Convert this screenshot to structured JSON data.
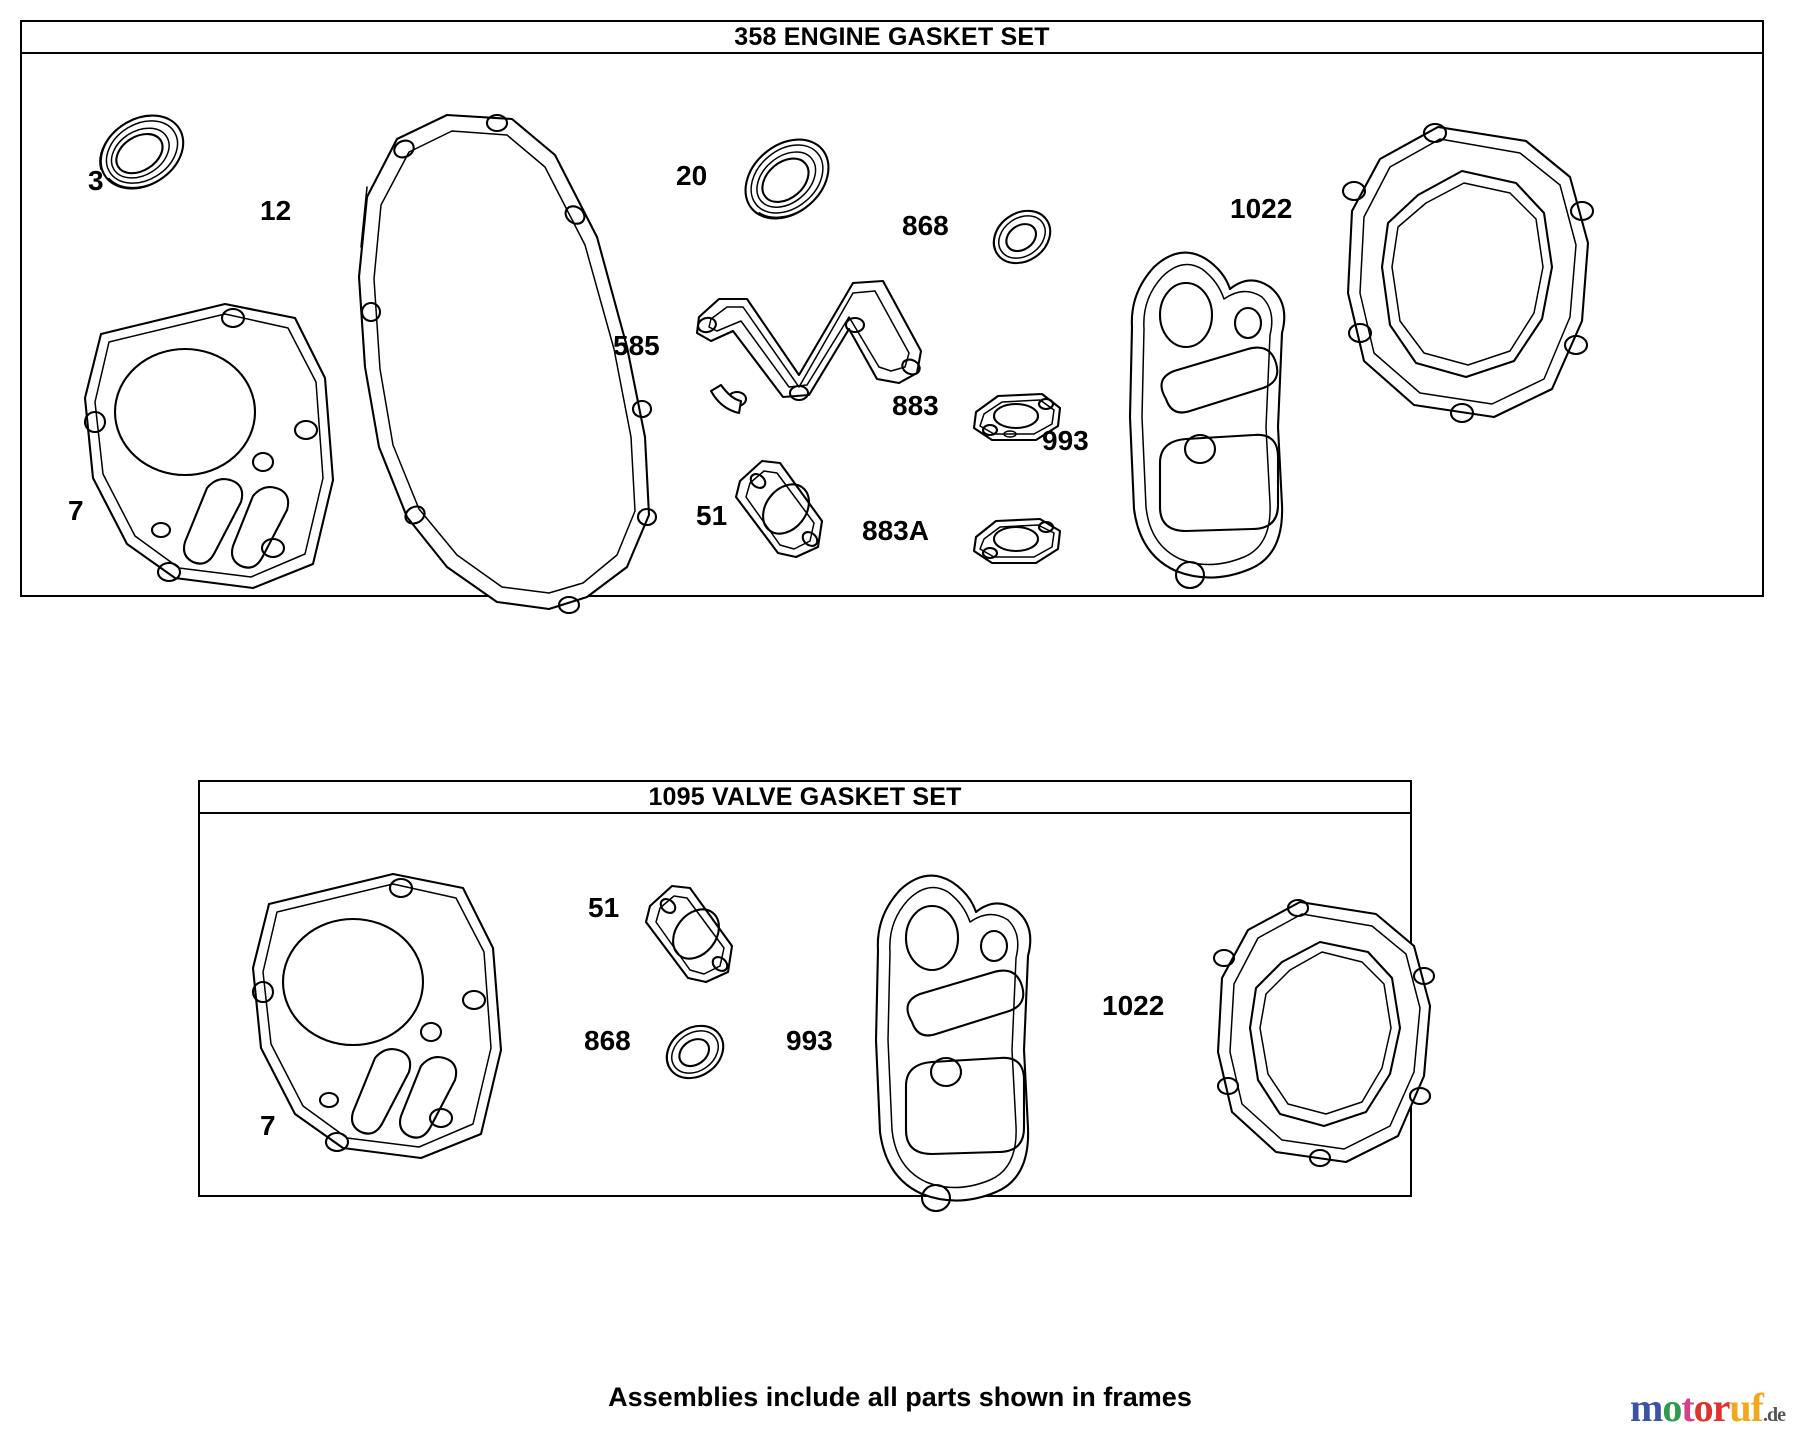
{
  "document": {
    "type": "parts-diagram",
    "caption": "Assemblies include all parts shown in frames",
    "watermark": {
      "letters": [
        "m",
        "o",
        "t",
        "o",
        "r",
        "u",
        "f"
      ],
      "suffix": ".de",
      "colors": {
        "m": "#3a53a4",
        "o1": "#2f9b4e",
        "t": "#d4408a",
        "o2": "#e0322c",
        "r": "#e0322c",
        "u": "#f2a81d",
        "f": "#f2a81d",
        "suffix": "#555555"
      }
    }
  },
  "frames": [
    {
      "id": "engine-gasket-set",
      "title": "358 ENGINE GASKET SET",
      "set_number": "358",
      "parts": [
        {
          "ref": "3",
          "label": "3",
          "name": "oil-seal"
        },
        {
          "ref": "12",
          "label": "12",
          "name": "crankcase-cover-gasket"
        },
        {
          "ref": "7",
          "label": "7",
          "name": "cylinder-head-gasket"
        },
        {
          "ref": "20",
          "label": "20",
          "name": "oil-seal-magneto-side"
        },
        {
          "ref": "585",
          "label": "585",
          "name": "zigzag-gasket"
        },
        {
          "ref": "868",
          "label": "868",
          "name": "seal-ring"
        },
        {
          "ref": "883",
          "label": "883",
          "name": "carburetor-gasket"
        },
        {
          "ref": "883A",
          "label": "883A",
          "name": "carburetor-gasket-a"
        },
        {
          "ref": "51",
          "label": "51",
          "name": "intake-gasket"
        },
        {
          "ref": "993",
          "label": "993",
          "name": "valve-cover-plate-gasket"
        },
        {
          "ref": "1022",
          "label": "1022",
          "name": "rocker-cover-gasket"
        }
      ]
    },
    {
      "id": "valve-gasket-set",
      "title": "1095 VALVE GASKET SET",
      "set_number": "1095",
      "parts": [
        {
          "ref": "7",
          "label": "7",
          "name": "cylinder-head-gasket"
        },
        {
          "ref": "51",
          "label": "51",
          "name": "intake-gasket"
        },
        {
          "ref": "868",
          "label": "868",
          "name": "seal-ring"
        },
        {
          "ref": "993",
          "label": "993",
          "name": "valve-cover-plate-gasket"
        },
        {
          "ref": "1022",
          "label": "1022",
          "name": "rocker-cover-gasket"
        }
      ]
    }
  ]
}
